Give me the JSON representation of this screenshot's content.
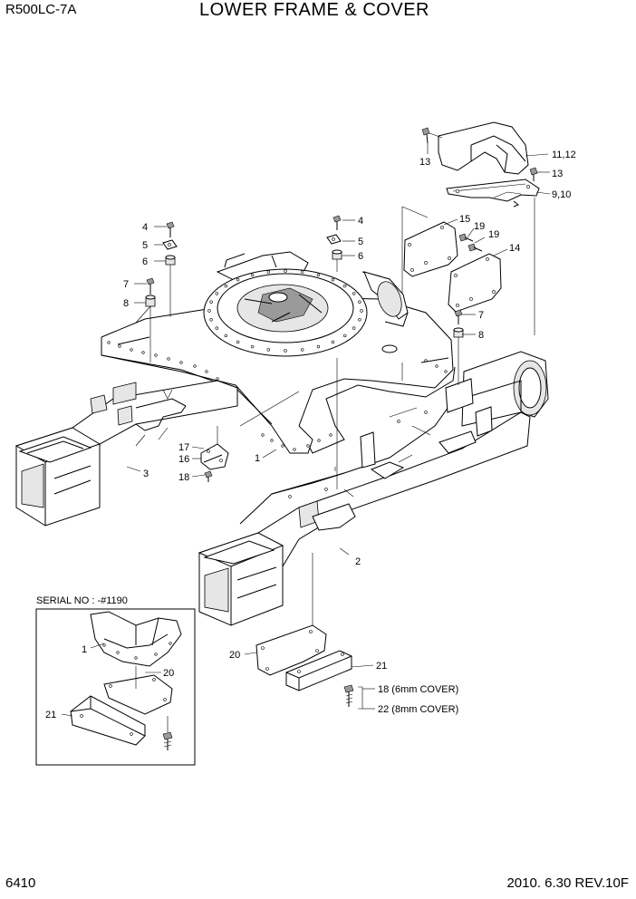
{
  "header": {
    "model": "R500LC-7A",
    "title": "LOWER FRAME & COVER"
  },
  "footer": {
    "page_number": "6410",
    "date_revision": "2010. 6.30  REV.10F"
  },
  "inset": {
    "serial_label": "SERIAL NO : -#1190"
  },
  "callouts": {
    "c1": "1",
    "c2": "2",
    "c3": "3",
    "c4": "4",
    "c5": "5",
    "c6": "6",
    "c7": "7",
    "c8": "8",
    "c910": "9,10",
    "c1112": "11,12",
    "c13": "13",
    "c14": "14",
    "c15": "15",
    "c16": "16",
    "c17": "17",
    "c18": "18",
    "c19": "19",
    "c20": "20",
    "c21": "21",
    "c18cover": "18 (6mm COVER)",
    "c22cover": "22 (8mm COVER)"
  }
}
